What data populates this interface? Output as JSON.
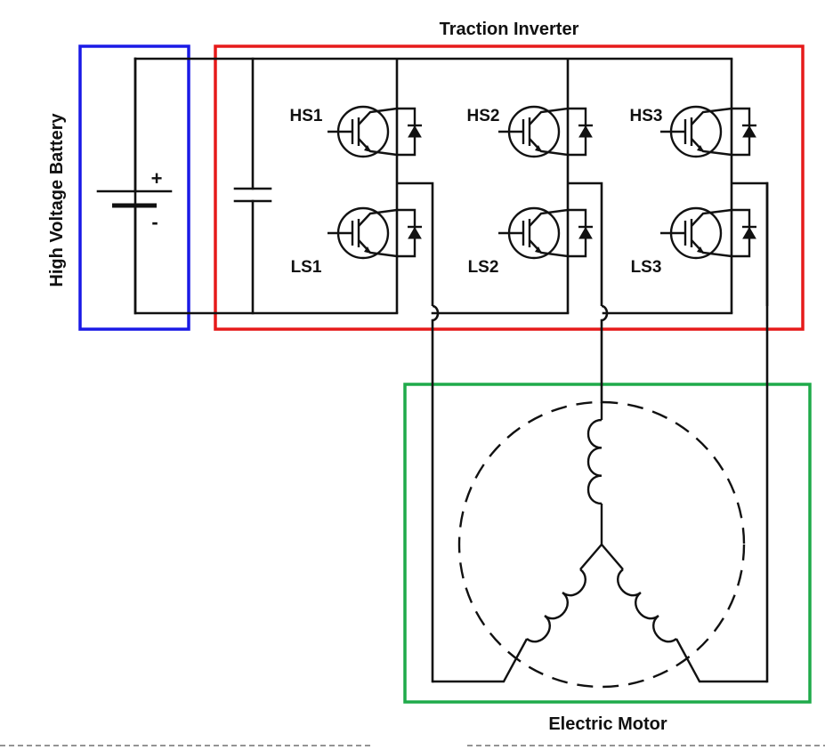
{
  "diagram": {
    "title_inverter": "Traction Inverter",
    "title_battery": "High Voltage Battery",
    "title_motor": "Electric Motor",
    "battery_plus": "+",
    "battery_minus": "-",
    "switches": {
      "hs1": "HS1",
      "hs2": "HS2",
      "hs3": "HS3",
      "ls1": "LS1",
      "ls2": "LS2",
      "ls3": "LS3"
    },
    "colors": {
      "battery_box": "#1a1ae6",
      "inverter_box": "#e61a1a",
      "motor_box": "#1faa4a",
      "wire": "#111111"
    }
  }
}
